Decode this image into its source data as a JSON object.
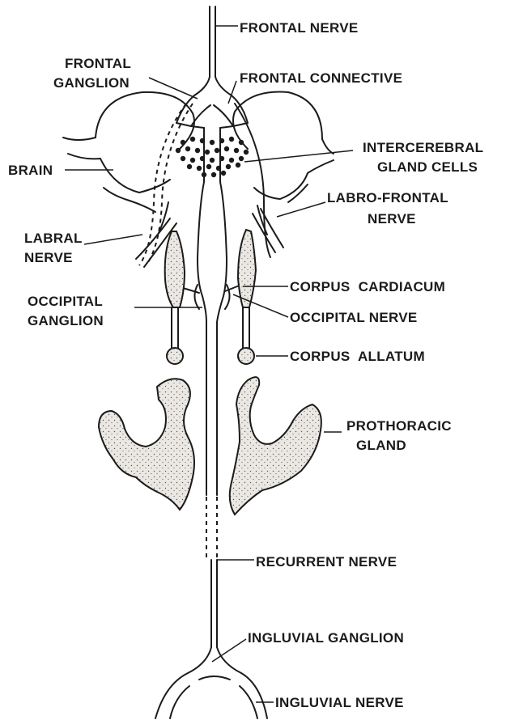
{
  "labels": {
    "frontal_nerve": "FRONTAL NERVE",
    "frontal_ganglion_1": "FRONTAL",
    "frontal_ganglion_2": "GANGLION",
    "frontal_connective": "FRONTAL CONNECTIVE",
    "brain": "BRAIN",
    "intercerebral_1": "INTERCEREBRAL",
    "intercerebral_2": "GLAND CELLS",
    "labro_frontal_1": "LABRO-FRONTAL",
    "labro_frontal_2": "NERVE",
    "labral_1": "LABRAL",
    "labral_2": "NERVE",
    "corpus_cardiacum": "CORPUS  CARDIACUM",
    "occipital_ganglion_1": "OCCIPITAL",
    "occipital_ganglion_2": "GANGLION",
    "occipital_nerve": "OCCIPITAL NERVE",
    "corpus_allatum": "CORPUS  ALLATUM",
    "prothoracic_1": "PROTHORACIC",
    "prothoracic_2": "GLAND",
    "recurrent_nerve": "RECURRENT NERVE",
    "ingluvial_ganglion": "INGLUVIAL GANGLION",
    "ingluvial_nerve": "INGLUVIAL NERVE"
  },
  "colors": {
    "ink": "#1b1b1b",
    "gland_fill": "#e9e6e1",
    "background": "#ffffff"
  }
}
